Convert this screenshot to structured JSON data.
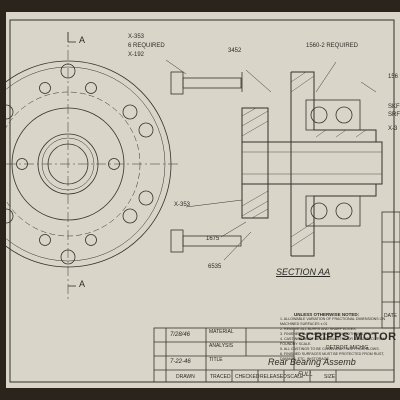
{
  "drawing": {
    "title_partial": "Rear Bearing Assemb",
    "company": "SCRIPPS MOTOR",
    "company_location": "DETROIT, MICHIG",
    "section_label": "SECTION AA",
    "callouts": {
      "top_left_1": "X-353",
      "top_left_2": "6 REQUIRED",
      "top_left_3": "X-192",
      "top_mid": "3452",
      "top_right": "1560-2 REQUIRED",
      "right_1": "156",
      "right_2": "SKF",
      "right_3": "SRF",
      "right_4": "X-3",
      "left_mid": "X-353",
      "bottom_1": "1675",
      "bottom_2": "6535"
    },
    "section_marks": [
      "A",
      "A"
    ],
    "notes_title": "UNLESS OTHERWISE NOTED:",
    "notes": [
      "1. ALLOWABLE VARIATION OF FRACTIONAL DIMENSIONS ON MACHINED SURFACES ±.01",
      "2. REMOVE ALL BURRS AND SHARP EDGES.",
      "3. FINISHED SURFACES MUST BE SMOOTH AND TRUE.",
      "4. CASTINGS MUST BE SANDBLASTED OR SCRUBBED FROM FOUNDRY SCALE.",
      "5. ALL CASTINGS TO BE CLEAN AND FREE FROM BLOWS.",
      "6. FINISHED SURFACES MUST BE PROTECTED FROM RUST, DAMAGE, ETC. IN STORAGE."
    ],
    "title_block": {
      "date_1": "7/28/46",
      "date_2": "7-22-46",
      "material_label": "MATERIAL",
      "analysis_label": "ANALYSIS",
      "title_label": "TITLE",
      "scale_value": "FULL",
      "footer_labels": [
        "DRAWN",
        "TRACED",
        "CHECKED",
        "RELEASED",
        "SCALE",
        "SIZE"
      ],
      "side_label": "DATE"
    }
  }
}
